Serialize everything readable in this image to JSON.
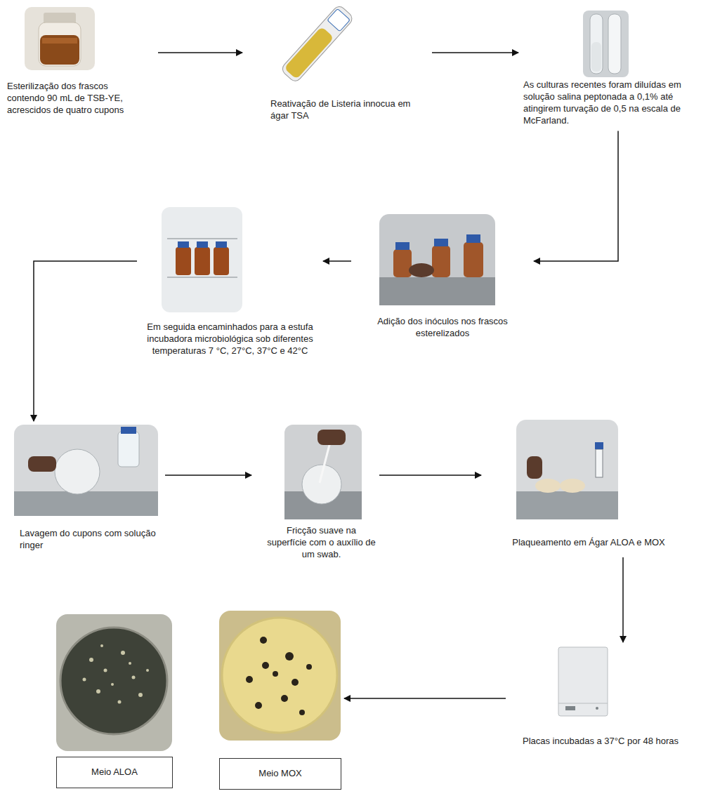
{
  "diagram": {
    "nodes": [
      {
        "text": [
          "Esterilização dos frascos contendo 90 mL de TSB-YE, acrescidos de quatro cupons"
        ]
      },
      {
        "text": [
          "Reativação de Listeria innocua em ágar TSA"
        ]
      },
      {
        "text": [
          "As culturas recentes foram diluídas em solução salina peptonada a 0,1% até atingirem turvação de 0,5 na escala de McFarland."
        ]
      },
      {
        "text": [
          "Adição dos inóculos nos frascos esterelizados"
        ]
      },
      {
        "text": [
          "Em seguida encaminhados para a estufa incubadora microbiológica sob diferentes temperaturas 7 °C, 27°C, 37°C e 42°C"
        ]
      },
      {
        "text": [
          "Lavagem do cupons com solução ringer"
        ]
      },
      {
        "text": [
          "Fricção suave na superfície com o auxílio de um swab."
        ]
      },
      {
        "text": [
          "Plaqueamento em Ágar ALOA e MOX"
        ]
      },
      {
        "text": [
          "Placas incubadas a 37°C por 48 horas"
        ]
      },
      {
        "text": [
          "Meio ALOA"
        ]
      },
      {
        "text": [
          "Meio MOX"
        ]
      }
    ],
    "edges": [
      {
        "from": 0,
        "to": 1,
        "arrow": "to"
      },
      {
        "from": 1,
        "to": 2,
        "arrow": "to"
      },
      {
        "from": 2,
        "to": 3,
        "arrow": "to"
      },
      {
        "from": 3,
        "to": 4,
        "arrow": "to"
      },
      {
        "from": 4,
        "to": 5,
        "arrow": "to"
      },
      {
        "from": 5,
        "to": 6,
        "arrow": "to"
      },
      {
        "from": 6,
        "to": 7,
        "arrow": "to"
      },
      {
        "from": 7,
        "to": 8,
        "arrow": "to"
      },
      {
        "from": 8,
        "to": 10,
        "arrow": "to"
      }
    ]
  }
}
